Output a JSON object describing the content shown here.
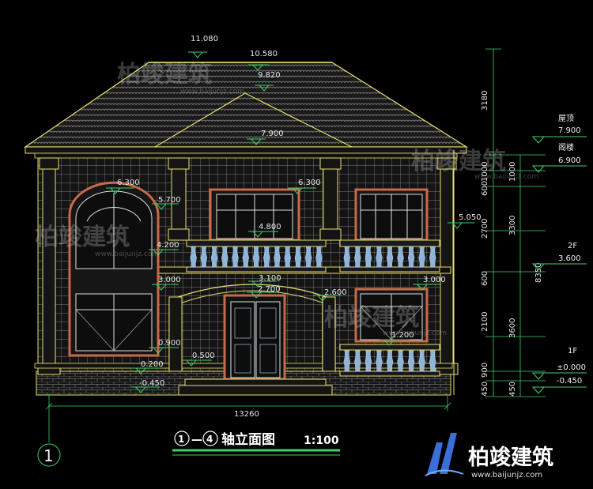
{
  "drawing": {
    "title": "轴立面图",
    "axis_from": "1",
    "axis_to": "4",
    "axis_dash": "—",
    "scale": "1:100",
    "axis_marker": "1",
    "total_width": "13260"
  },
  "elevations": {
    "ridge": "11.080",
    "ridge2": "10.580",
    "ridge3": "9.820",
    "eave_mid": "7.900",
    "arch_top": "6.300",
    "right_win_top": "6.300",
    "arch_spring": "5.700",
    "balcony_right": "5.050",
    "balcony": "4.800",
    "arch_bottom": "4.200",
    "floor2_left": "3.000",
    "door_top": "3.100",
    "door_head": "2.700",
    "canopy": "2.600",
    "floor2_right": "3.000",
    "win_sill_right": "1.200",
    "win_sill_left": "0.900",
    "step": "0.500",
    "plinth": "0.200",
    "ground": "-0.450"
  },
  "levels": [
    {
      "name": "屋顶",
      "value": "7.900"
    },
    {
      "name": "阁楼",
      "value": "6.900"
    },
    {
      "name": "2F",
      "value": "3.600"
    },
    {
      "name": "1F",
      "value": "±0.000",
      "value2": "-0.450"
    }
  ],
  "dims_inner": [
    "3180",
    "1000",
    "600",
    "2700",
    "600",
    "2100",
    "900",
    "450"
  ],
  "dims_outer": [
    "3300",
    "8350",
    "3600",
    "450",
    "1000"
  ],
  "watermark": {
    "brand": "柏竣建筑",
    "url": "www.baijunjz.com"
  }
}
